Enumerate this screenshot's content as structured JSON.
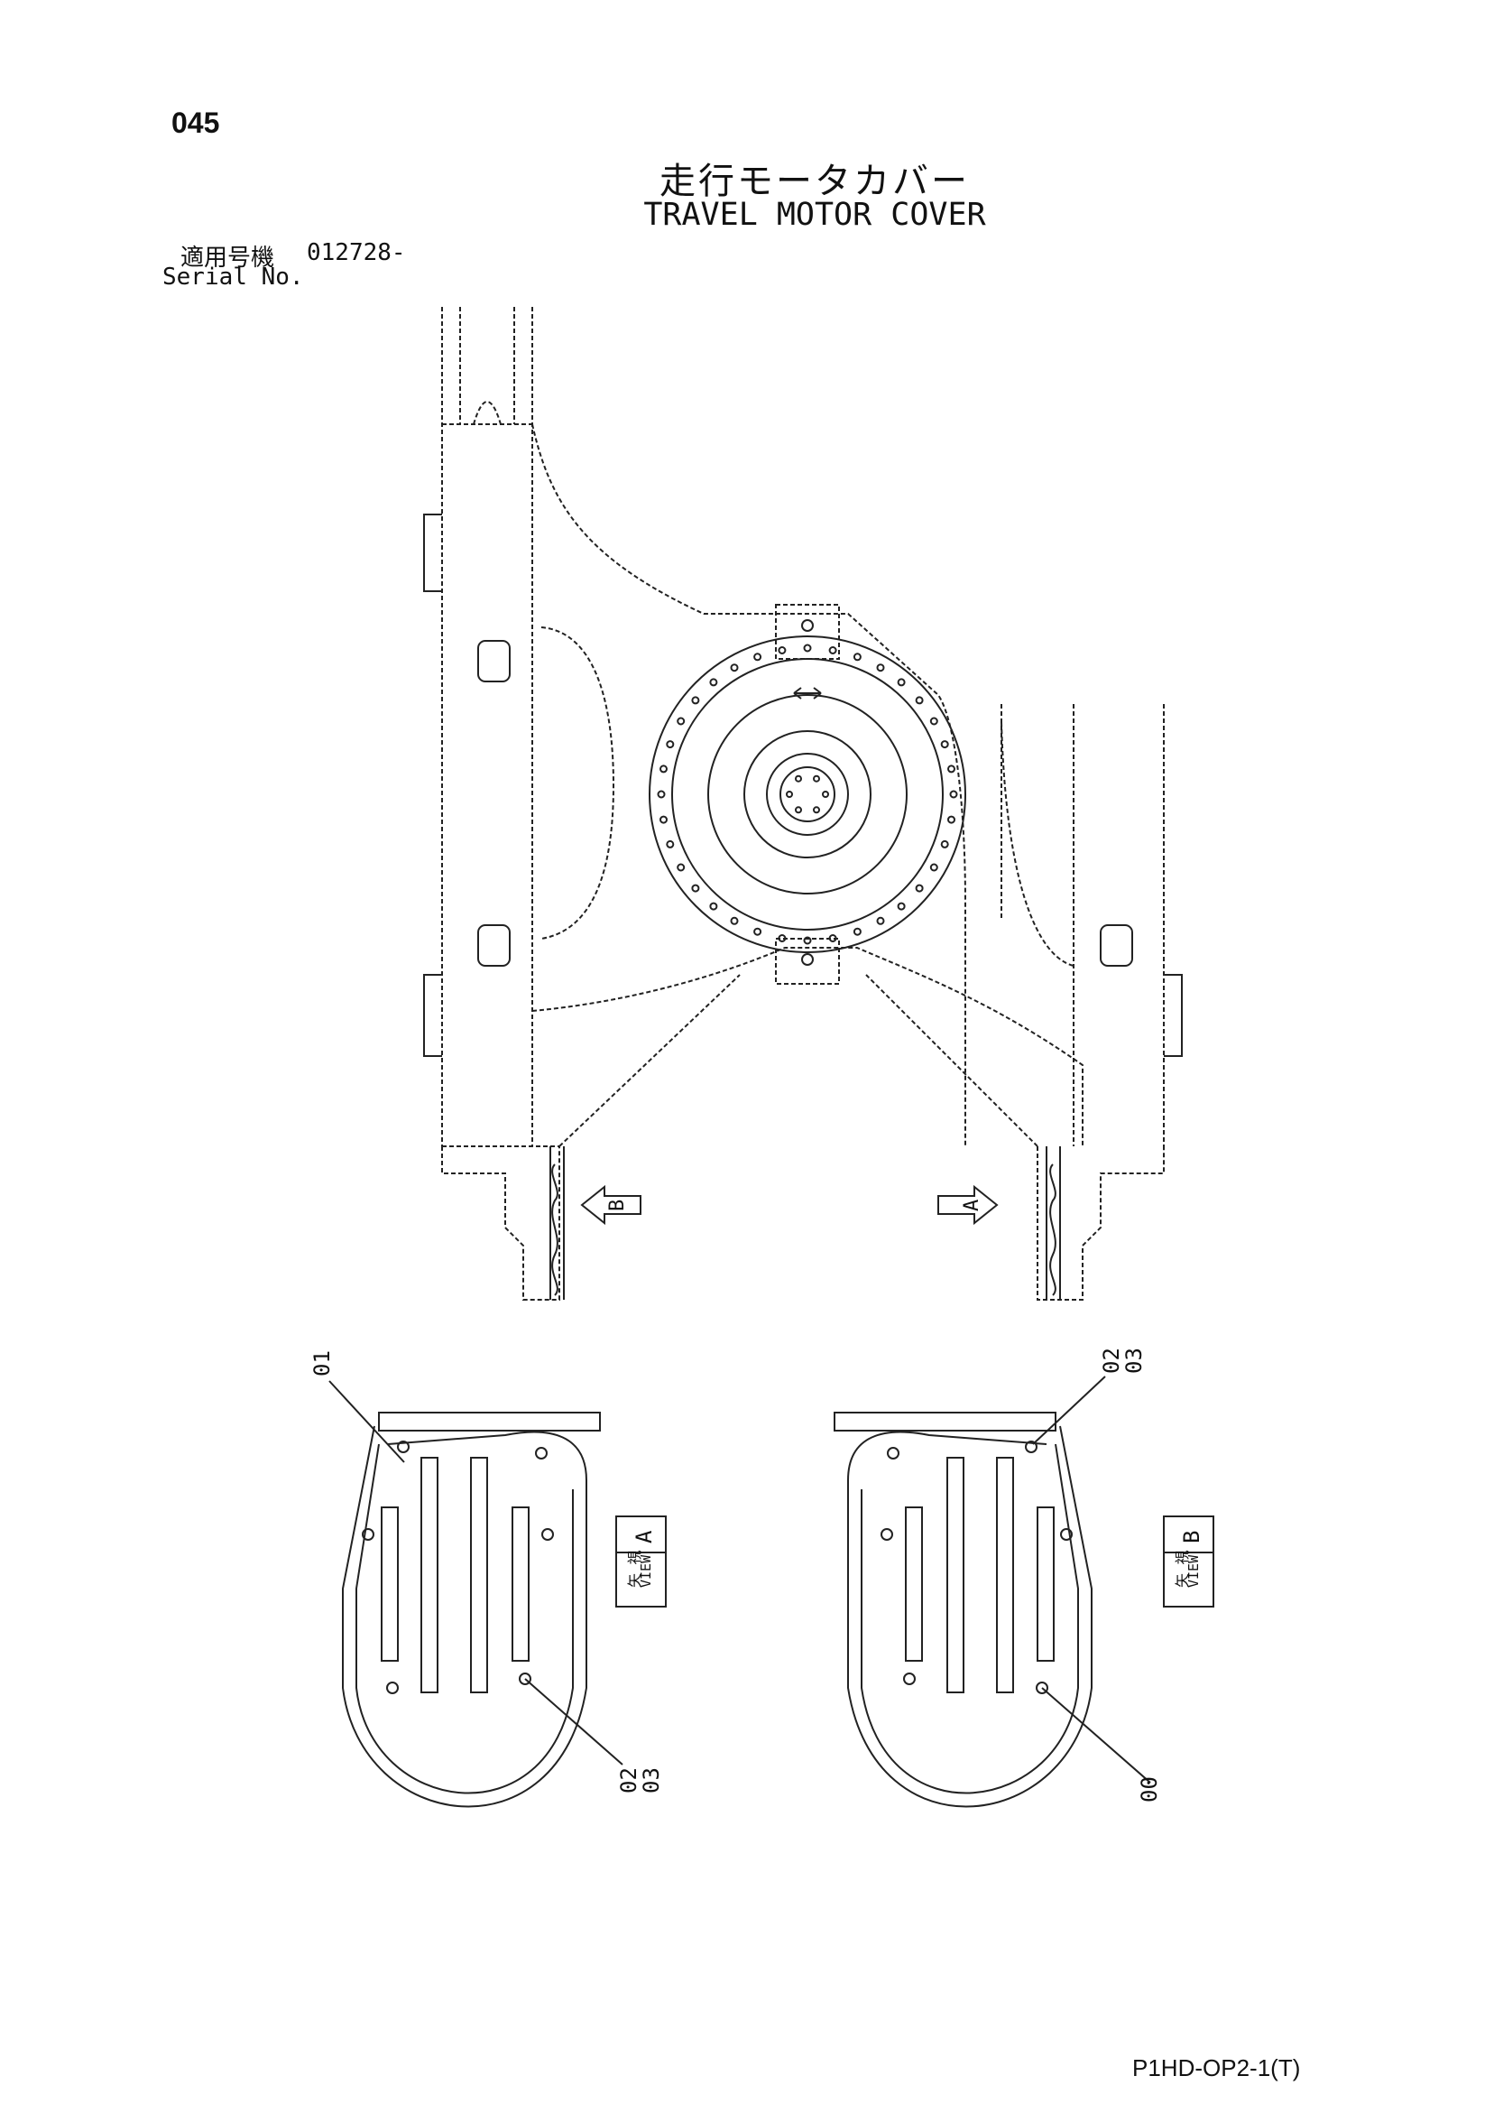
{
  "header": {
    "page_number": "045",
    "title_jp": "走行モータカバー",
    "title_en": "TRAVEL MOTOR COVER",
    "serial_label_jp": "適用号機",
    "serial_value": "012728-",
    "serial_label_en": "Serial No."
  },
  "arrows": {
    "left": "B",
    "right": "A"
  },
  "views": {
    "view_a": {
      "label_jp": "矢 視",
      "label_en": "VIEW",
      "letter": "A"
    },
    "view_b": {
      "label_jp": "矢 視",
      "label_en": "VIEW",
      "letter": "B"
    }
  },
  "callouts": {
    "c01": "01",
    "c02_top_1": "02",
    "c02_top_2": "03",
    "c02_bot_1": "02",
    "c02_bot_2": "03",
    "c00": "00"
  },
  "footer": {
    "doc_code": "P1HD-OP2-1(T)"
  }
}
